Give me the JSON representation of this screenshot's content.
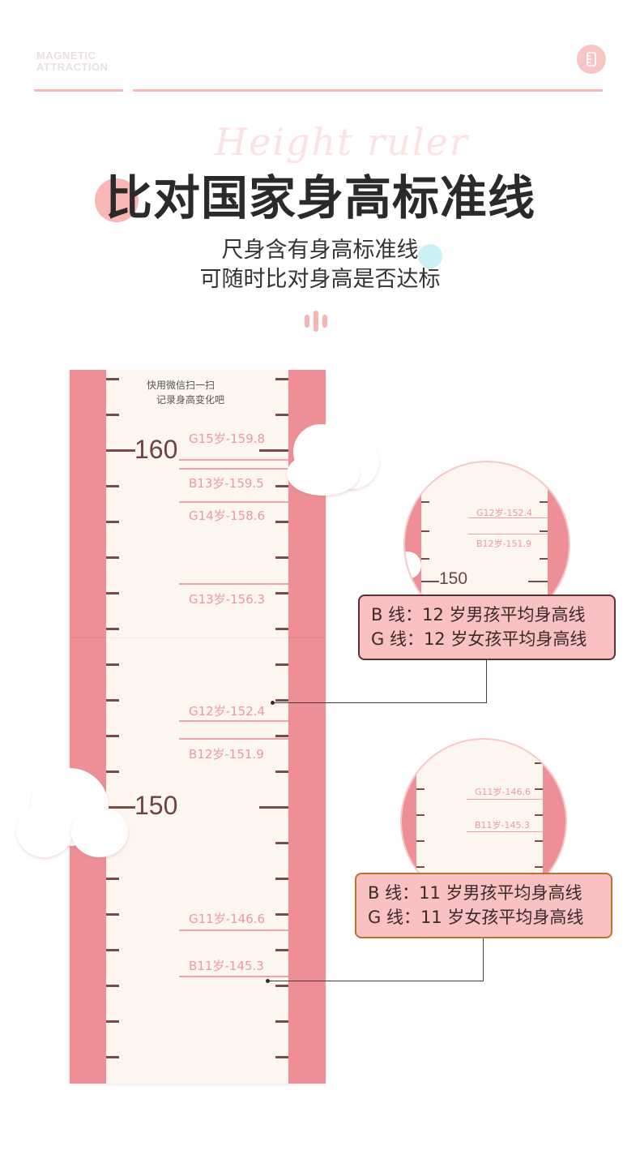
{
  "header": {
    "brand_line1": "MAGNETIC",
    "brand_line2": "ATTRACTION",
    "badge_icon": "ruler-badge-icon"
  },
  "hero": {
    "script_title": "Height ruler",
    "title": "比对国家身高标准线",
    "subtitle_line1": "尺身含有身高标准线",
    "subtitle_line2": "可随时比对身高是否达标"
  },
  "ruler": {
    "qr_line1": "快用微信扫一扫",
    "qr_line2": "记录身高变化吧",
    "major_numbers": [
      "160",
      "150"
    ],
    "standards": [
      {
        "label": "G15岁-159.8"
      },
      {
        "label": "B13岁-159.5"
      },
      {
        "label": "G14岁-158.6"
      },
      {
        "label": "G13岁-156.3"
      },
      {
        "label": "G12岁-152.4"
      },
      {
        "label": "B12岁-151.9"
      },
      {
        "label": "G11岁-146.6"
      },
      {
        "label": "B11岁-145.3"
      }
    ]
  },
  "zoom1": {
    "labels": [
      "G12岁-152.4",
      "B12岁-151.9"
    ],
    "number": "150",
    "legend_b": "B 线：12 岁男孩平均身高线",
    "legend_g": "G 线：12 岁女孩平均身高线"
  },
  "zoom2": {
    "labels": [
      "G11岁-146.6",
      "B11岁-145.3"
    ],
    "legend_b": "B 线：11 岁男孩平均身高线",
    "legend_g": "G 线：11 岁女孩平均身高线"
  },
  "colors": {
    "ruler_side": "#ee8f98",
    "ruler_face": "#fdf6ef",
    "label_pink": "#e79aa0",
    "tick_brown": "#7a4b48",
    "legend_fill": "#f9c1c1"
  }
}
